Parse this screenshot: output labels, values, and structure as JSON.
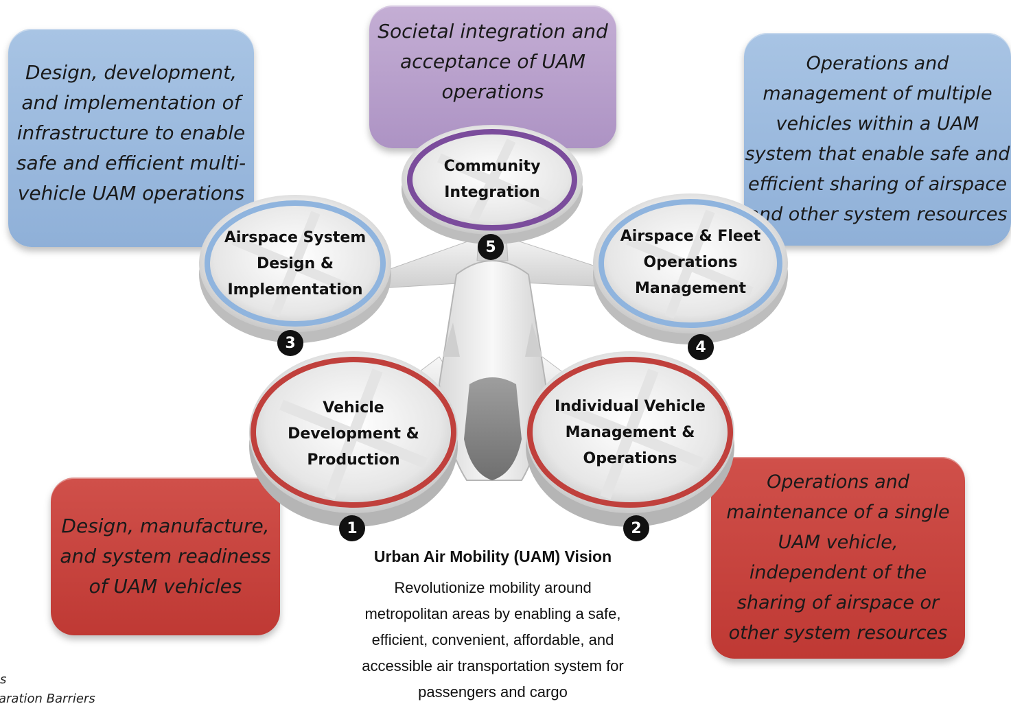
{
  "callouts": {
    "infrastructure": "Design, development,\nand implementation of\ninfrastructure to enable\nsafe and efficient multi-\nvehicle UAM operations",
    "societal": "Societal integration and\nacceptance of UAM\noperations",
    "multi_vehicle": "Operations and\nmanagement of multiple\nvehicles within a UAM\nsystem that enable safe and\nefficient sharing of airspace\nand other system resources",
    "vehicle_readiness": "Design, manufacture,\nand system readiness\nof UAM vehicles",
    "single_vehicle": "Operations and\nmaintenance of a single\nUAM vehicle,\nindependent of the\nsharing of airspace or\nother system resources"
  },
  "rotors": {
    "community": "Community\nIntegration",
    "airspace_system": "Airspace System\nDesign &\nImplementation",
    "airspace_fleet": "Airspace & Fleet\nOperations\nManagement",
    "vehicle_dev": "Vehicle\nDevelopment &\nProduction",
    "individual_vehicle": "Individual Vehicle\nManagement &\nOperations"
  },
  "badges": {
    "one": "1",
    "two": "2",
    "three": "3",
    "four": "4",
    "five": "5"
  },
  "vision": {
    "title": "Urban Air Mobility (UAM) Vision",
    "text": "Revolutionize mobility around\nmetropolitan areas by enabling a safe,\nefficient, convenient, affordable, and\naccessible air transportation system for\npassengers and cargo"
  },
  "edge_fragments": {
    "line1": "s",
    "line2": "aration Barriers"
  },
  "colors": {
    "blue_callout": "#9bbbe0",
    "purple_callout": "#b9a0cc",
    "red_callout": "#c8423d",
    "blue_ring": "#8fb4de",
    "purple_ring": "#7b4c9c",
    "red_ring": "#c0403c",
    "badge": "#111111"
  }
}
